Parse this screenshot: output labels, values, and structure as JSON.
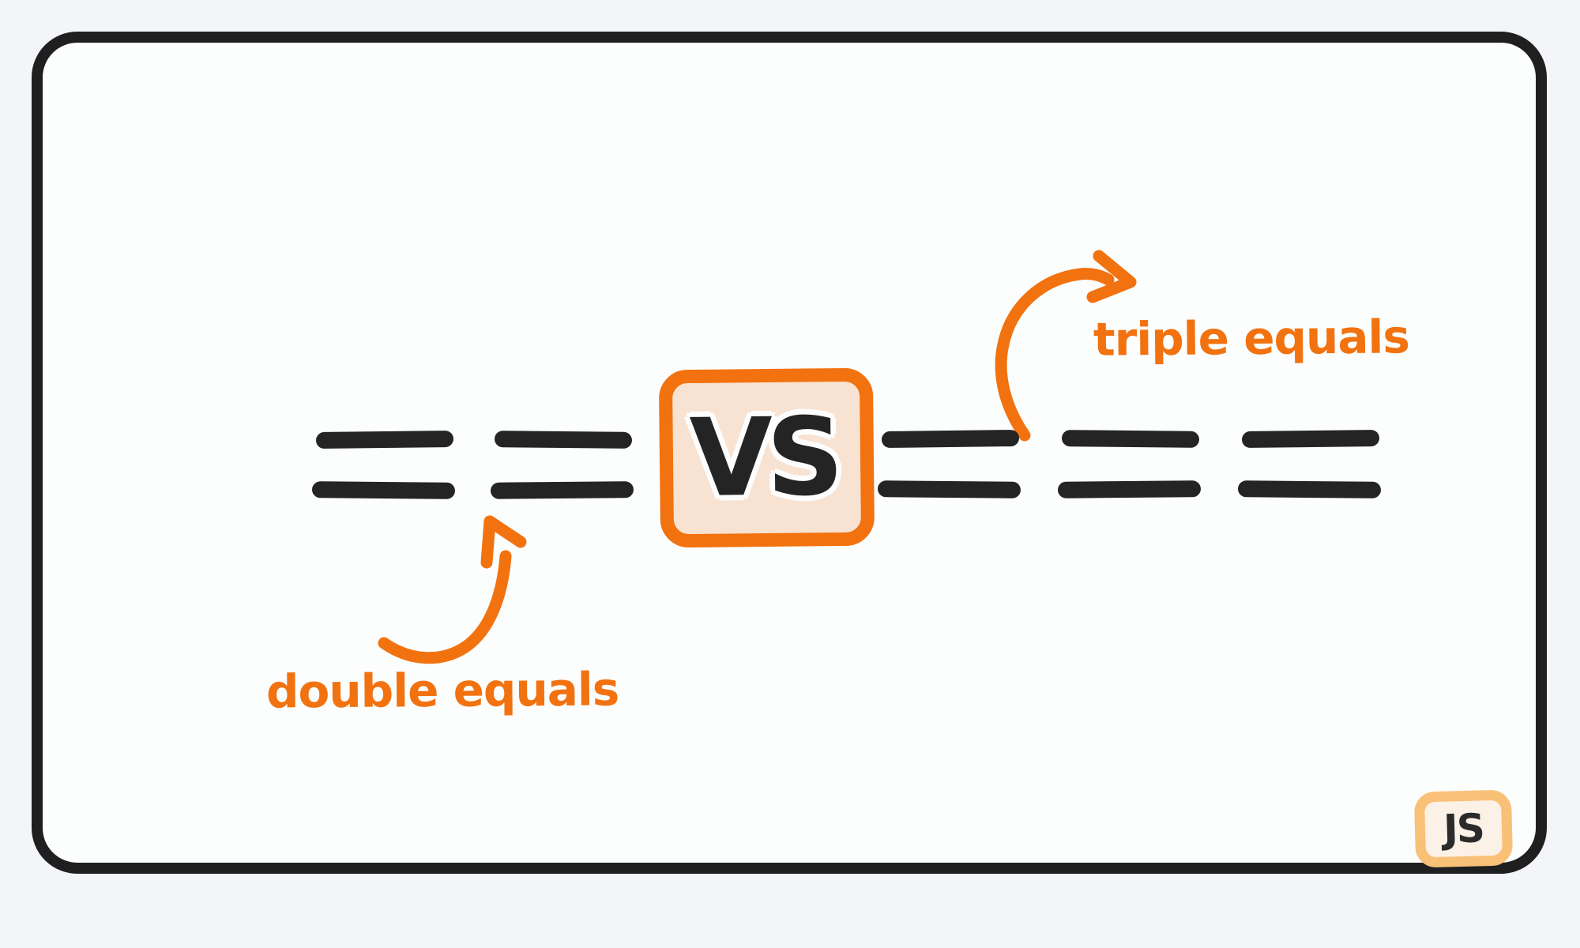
{
  "illustration": {
    "vs_label": "VS",
    "left_operator": {
      "symbol": "==",
      "equals_signs": 2,
      "label": "double equals"
    },
    "right_operator": {
      "symbol": "===",
      "equals_signs": 3,
      "label": "triple equals"
    },
    "badge": {
      "label": "JS"
    }
  },
  "colors": {
    "page_background": "#f4f5f8",
    "card_background": "#fcfdfd",
    "card_border": "#1f1f1f",
    "ink": "#242424",
    "accent_orange": "#f2720f",
    "vs_box_fill": "#f8e2d1",
    "js_badge_border": "#f9c077",
    "js_badge_fill": "#fbf1e7"
  }
}
